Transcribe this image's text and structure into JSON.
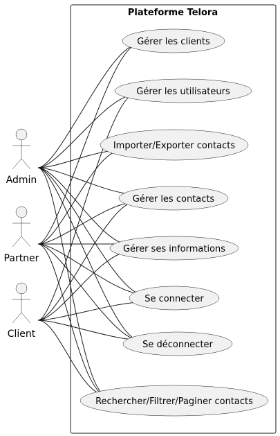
{
  "system": {
    "title": "Plateforme Telora"
  },
  "actors": [
    {
      "id": "admin",
      "label": "Admin"
    },
    {
      "id": "partner",
      "label": "Partner"
    },
    {
      "id": "client",
      "label": "Client"
    }
  ],
  "use_cases": [
    {
      "id": "clients",
      "label": "Gérer les clients"
    },
    {
      "id": "users",
      "label": "Gérer les utilisateurs"
    },
    {
      "id": "import",
      "label": "Importer/Exporter contacts"
    },
    {
      "id": "contacts",
      "label": "Gérer les contacts"
    },
    {
      "id": "infos",
      "label": "Gérer ses informations"
    },
    {
      "id": "login",
      "label": "Se connecter"
    },
    {
      "id": "logout",
      "label": "Se déconnecter"
    },
    {
      "id": "search",
      "label": "Rechercher/Filtrer/Paginer contacts"
    }
  ],
  "associations": [
    [
      "admin",
      "clients"
    ],
    [
      "admin",
      "users"
    ],
    [
      "admin",
      "import"
    ],
    [
      "admin",
      "contacts"
    ],
    [
      "admin",
      "infos"
    ],
    [
      "admin",
      "login"
    ],
    [
      "admin",
      "logout"
    ],
    [
      "admin",
      "search"
    ],
    [
      "partner",
      "clients"
    ],
    [
      "partner",
      "import"
    ],
    [
      "partner",
      "contacts"
    ],
    [
      "partner",
      "infos"
    ],
    [
      "partner",
      "login"
    ],
    [
      "partner",
      "logout"
    ],
    [
      "partner",
      "search"
    ],
    [
      "client",
      "users"
    ],
    [
      "client",
      "contacts"
    ],
    [
      "client",
      "infos"
    ],
    [
      "client",
      "login"
    ],
    [
      "client",
      "logout"
    ],
    [
      "client",
      "search"
    ]
  ]
}
